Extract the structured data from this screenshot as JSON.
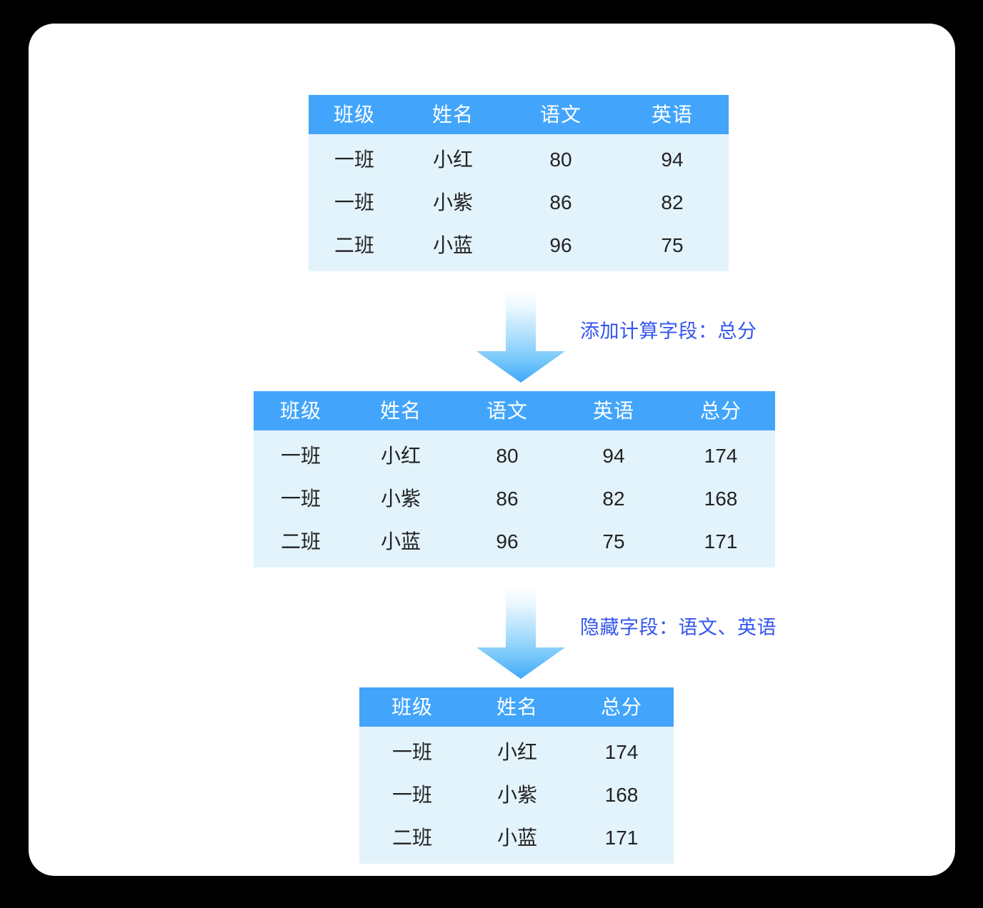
{
  "diagram": {
    "title": "",
    "background_color": "#000000",
    "card_color": "#ffffff",
    "header_color": "#42a5fb",
    "body_color": "#e3f3fc",
    "accent_orange": "#f2552a",
    "accent_blue": "#3355ee"
  },
  "steps": [
    {
      "id": "step-add-field",
      "label": "添加计算字段：总分",
      "icon": "down-arrow-icon"
    },
    {
      "id": "step-hide-fields",
      "label": "隐藏字段：语文、英语",
      "icon": "down-arrow-icon"
    }
  ],
  "tables": [
    {
      "id": "source-table",
      "columns": [
        "班级",
        "姓名",
        "语文",
        "英语"
      ],
      "column_styles": [
        "orange",
        "blue",
        "dark",
        "dark"
      ],
      "rows": [
        [
          "一班",
          "小红",
          "80",
          "94"
        ],
        [
          "一班",
          "小紫",
          "86",
          "82"
        ],
        [
          "二班",
          "小蓝",
          "96",
          "75"
        ]
      ]
    },
    {
      "id": "calculated-table",
      "columns": [
        "班级",
        "姓名",
        "语文",
        "英语",
        "总分"
      ],
      "column_styles": [
        "dark",
        "dark",
        "dark",
        "dark",
        "orange"
      ],
      "rows": [
        [
          "一班",
          "小红",
          "80",
          "94",
          "174"
        ],
        [
          "一班",
          "小紫",
          "86",
          "82",
          "168"
        ],
        [
          "二班",
          "小蓝",
          "96",
          "75",
          "171"
        ]
      ]
    },
    {
      "id": "final-table",
      "columns": [
        "班级",
        "姓名",
        "总分"
      ],
      "column_styles": [
        "dark",
        "dark",
        "dark"
      ],
      "rows": [
        [
          "一班",
          "小红",
          "174"
        ],
        [
          "一班",
          "小紫",
          "168"
        ],
        [
          "二班",
          "小蓝",
          "171"
        ]
      ]
    }
  ]
}
